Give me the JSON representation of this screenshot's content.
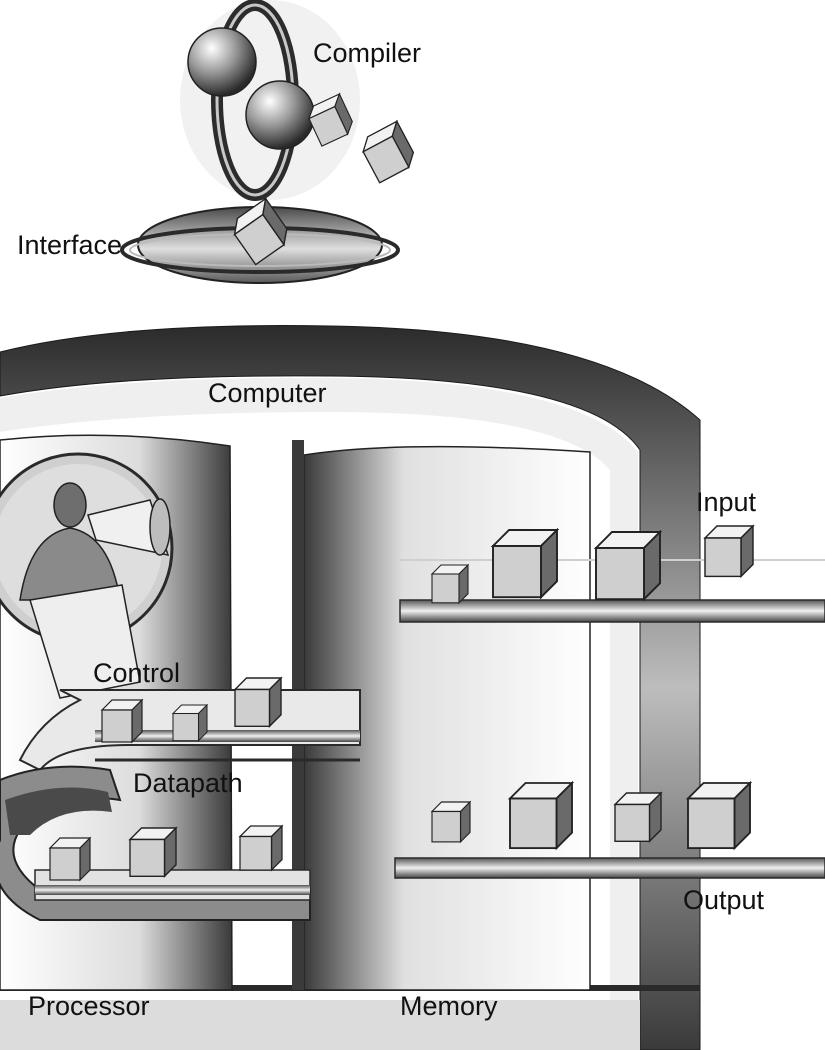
{
  "labels": {
    "compiler": "Compiler",
    "interface": "Interface",
    "computer": "Computer",
    "input": "Input",
    "control": "Control",
    "datapath": "Datapath",
    "output": "Output",
    "processor": "Processor",
    "memory": "Memory"
  },
  "colors": {
    "ink": "#111111",
    "dark": "#3c3c3c",
    "mid": "#8a8a8a",
    "light": "#e6e6e6",
    "paper": "#ffffff"
  }
}
